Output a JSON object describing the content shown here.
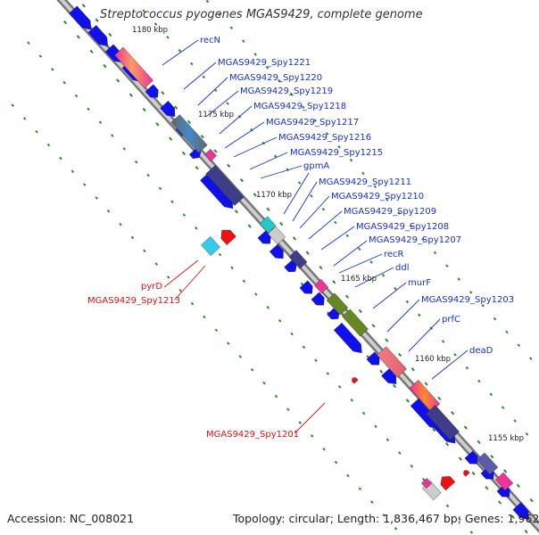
{
  "title": "Streptococcus pyogenes MGAS9429, complete genome",
  "footer": {
    "accession": "Accession: NC_008021",
    "topology": "Topology: circular; Length: 1,836,467 bp; Genes: 1,962"
  },
  "kbp_labels": [
    "1180 kbp",
    "1175 kbp",
    "1170 kbp",
    "1165 kbp",
    "1160 kbp",
    "1155 kbp"
  ],
  "blue_labels": [
    "recN",
    "MGAS9429_Spy1221",
    "MGAS9429_Spy1220",
    "MGAS9429_Spy1219",
    "MGAS9429_Spy1218",
    "MGAS9429_Spy1217",
    "MGAS9429_Spy1216",
    "MGAS9429_Spy1215",
    "gpmA",
    "MGAS9429_Spy1211",
    "MGAS9429_Spy1210",
    "MGAS9429_Spy1209",
    "MGAS9429_Spy1208",
    "MGAS9429_Spy1207",
    "recR",
    "ddl",
    "murF",
    "MGAS9429_Spy1203",
    "prfC",
    "deaD"
  ],
  "red_labels": [
    "pyrD",
    "MGAS9429_Spy1213",
    "MGAS9429_Spy1201"
  ],
  "colors": {
    "blue_label": "#1a2fd0",
    "red_label": "#dd1111",
    "gene_blue": "#1010ee",
    "backbone": "#8c8c8c",
    "tick_green": "#2a8a2a"
  }
}
